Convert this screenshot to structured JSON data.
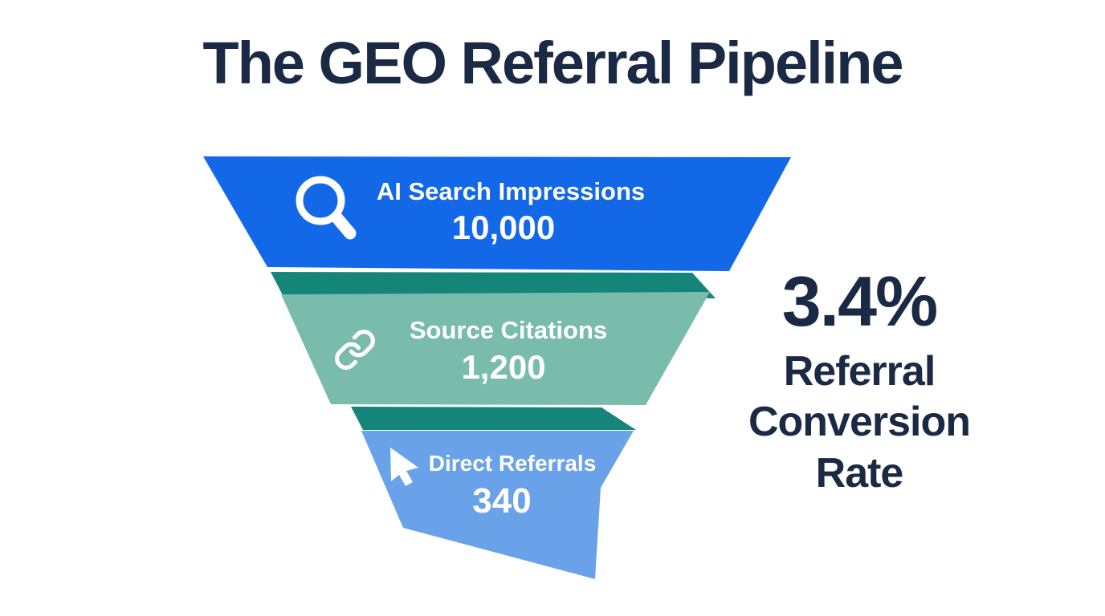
{
  "chart_data": {
    "type": "funnel",
    "title": "The GEO Referral Pipeline",
    "orientation": "vertical-inverted",
    "background": "#ffffff",
    "title_color": "#1b2a44",
    "connector_color": "#168579",
    "stages": [
      {
        "label": "AI Search Impressions",
        "value": 10000,
        "display_value": "10,000",
        "color": "#1368e8",
        "text_color": "#ffffff",
        "icon": "magnifying-glass"
      },
      {
        "label": "Source Citations",
        "value": 1200,
        "display_value": "1,200",
        "color": "#7abcac",
        "text_color": "#ffffff",
        "icon": "chain-link"
      },
      {
        "label": "Direct Referrals",
        "value": 340,
        "display_value": "340",
        "color": "#6aa2ea",
        "text_color": "#ffffff",
        "icon": "mouse-cursor"
      }
    ],
    "annotation": {
      "value": "3.4%",
      "label": "Referral Conversion Rate",
      "color": "#1b2a44",
      "position": "right-middle"
    }
  }
}
